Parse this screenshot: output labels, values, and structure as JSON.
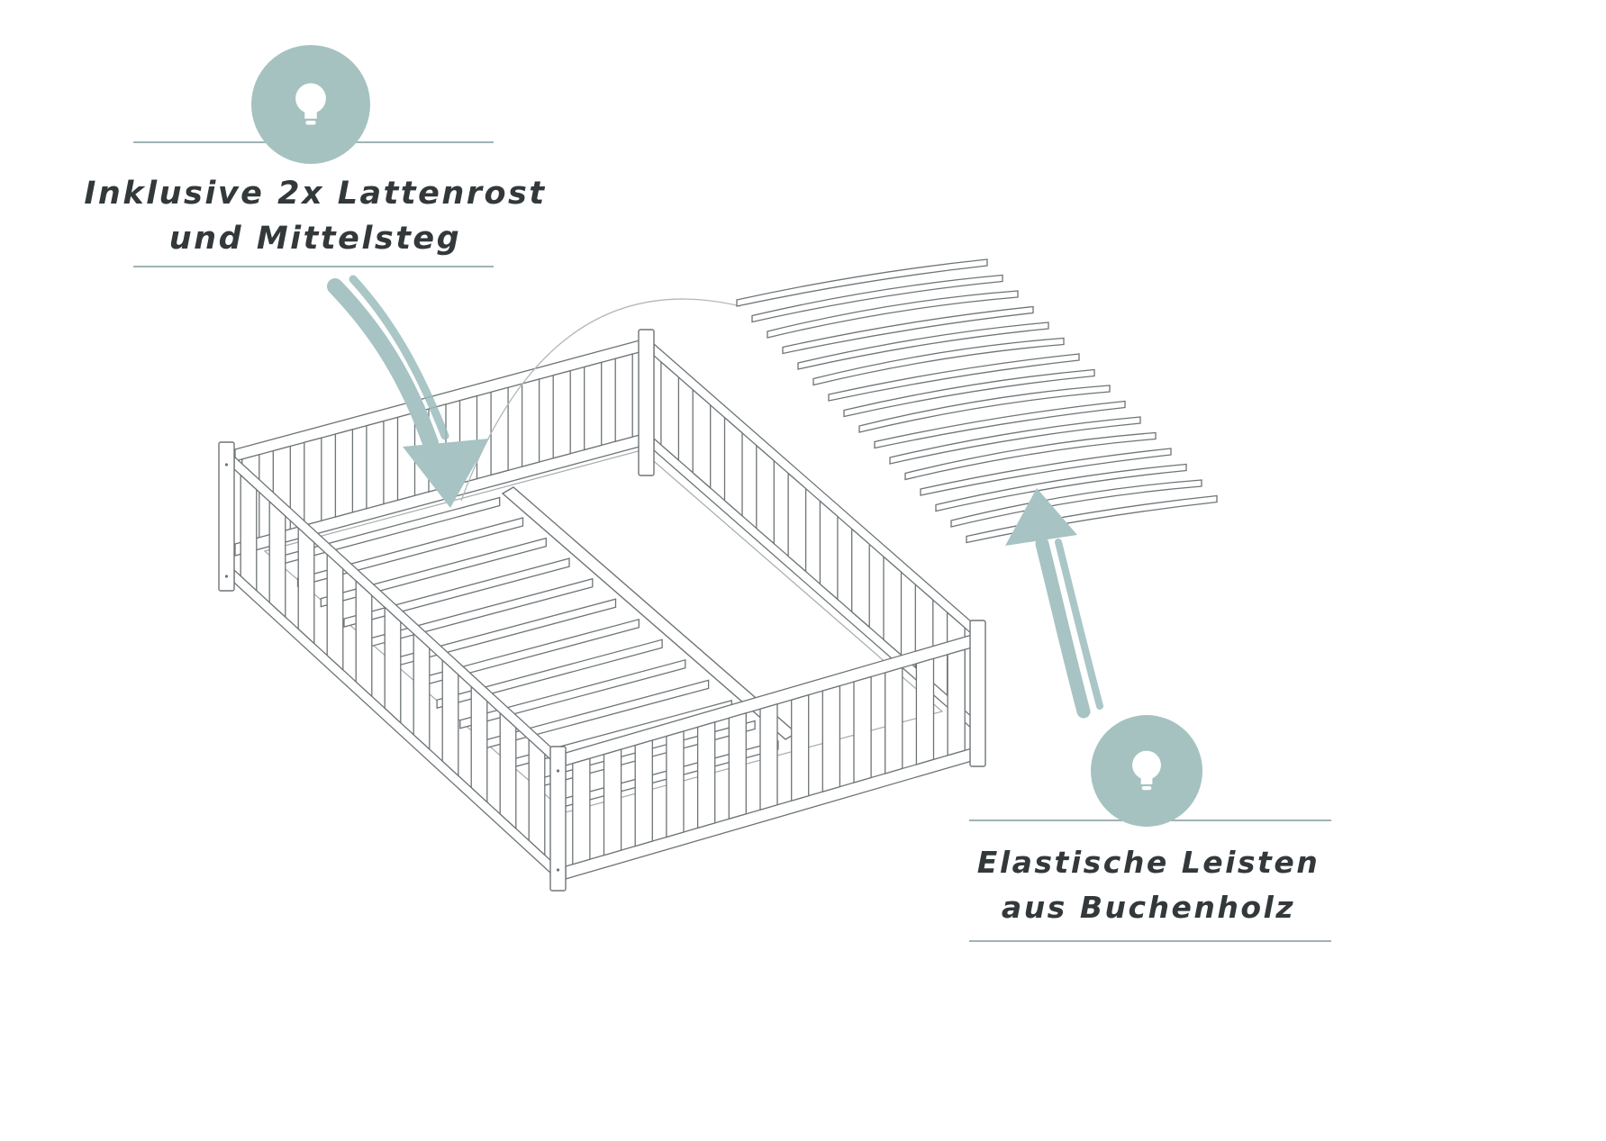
{
  "colors": {
    "accent_teal": "#a5c2c1",
    "sketch_line": "#6e7477",
    "text": "#33383b",
    "divider": "#9fb3b5",
    "background": "#ffffff"
  },
  "callouts": {
    "top_left": {
      "icon": "lightbulb",
      "text_line1": "Inklusive 2x Lattenrost",
      "text_line2": "und Mittelsteg"
    },
    "bottom_right": {
      "icon": "lightbulb",
      "text_line1": "Elastische Leisten",
      "text_line2": "aus Buchenholz"
    }
  },
  "illustration": {
    "alt": "Isometric pencil-style drawing of a floor bed frame with vertical rail slats on all four sides, one slatted base (Lattenrost) installed over a middle beam (Mittelsteg) and a second elastic slatted base shown separately at the upper right"
  }
}
